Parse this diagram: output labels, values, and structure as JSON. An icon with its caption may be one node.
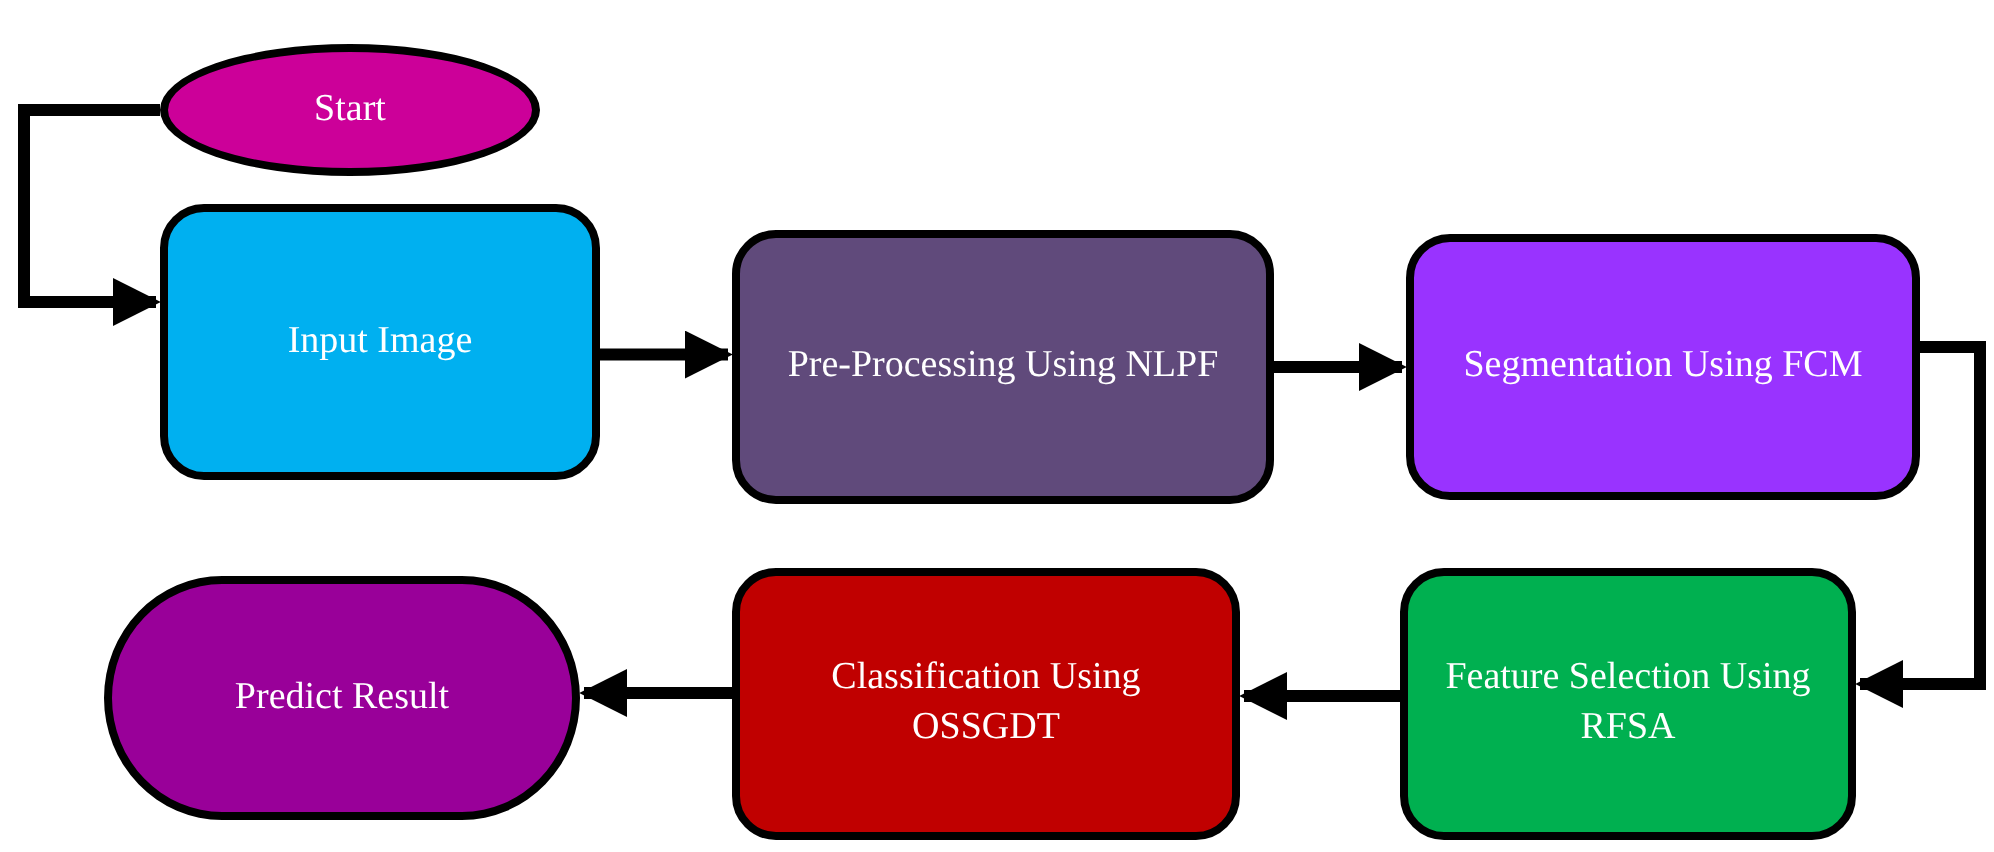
{
  "diagram": {
    "nodes": [
      {
        "text": [
          "Start"
        ]
      },
      {
        "text": [
          "Input Image"
        ]
      },
      {
        "text": [
          "Pre-Processing Using NLPF"
        ]
      },
      {
        "text": [
          "Segmentation Using FCM"
        ]
      },
      {
        "text": [
          "Feature Selection Using RFSA"
        ]
      },
      {
        "text": [
          "Classification Using OSSGDT"
        ]
      },
      {
        "text": [
          "Predict Result"
        ]
      }
    ],
    "edges": [
      {
        "from": 0,
        "to": 1,
        "arrow": "to"
      },
      {
        "from": 1,
        "to": 2,
        "arrow": "to"
      },
      {
        "from": 2,
        "to": 3,
        "arrow": "to"
      },
      {
        "from": 3,
        "to": 4,
        "arrow": "to"
      },
      {
        "from": 4,
        "to": 5,
        "arrow": "to"
      },
      {
        "from": 5,
        "to": 6,
        "arrow": "to"
      }
    ]
  }
}
